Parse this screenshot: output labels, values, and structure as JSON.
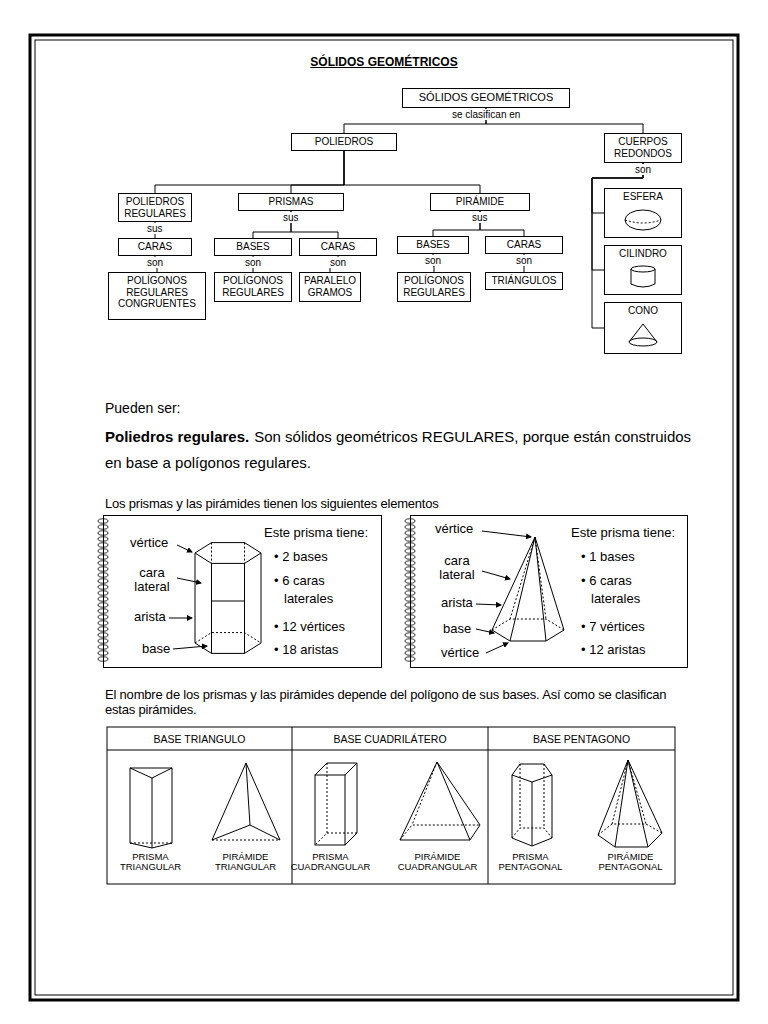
{
  "diagram": {
    "title": "SÓLIDOS GEOMÉTRICOS",
    "nodes": [
      {
        "text": [
          "SÓLIDOS GEOMÉTRICOS"
        ]
      },
      {
        "text": [
          "POLIEDROS"
        ]
      },
      {
        "text": [
          "CUERPOS REDONDOS"
        ]
      },
      {
        "text": [
          "POLIEDROS REGULARES"
        ]
      },
      {
        "text": [
          "PRISMAS"
        ]
      },
      {
        "text": [
          "PIRÁMIDE"
        ]
      },
      {
        "text": [
          "CARAS"
        ]
      },
      {
        "text": [
          "BASES"
        ]
      },
      {
        "text": [
          "CARAS"
        ]
      },
      {
        "text": [
          "BASES"
        ]
      },
      {
        "text": [
          "CARAS"
        ]
      },
      {
        "text": [
          "POLÍGONOS REGULARES CONGRUENTES"
        ]
      },
      {
        "text": [
          "POLÍGONOS REGULARES"
        ]
      },
      {
        "text": [
          "PARALELO GRAMOS"
        ]
      },
      {
        "text": [
          "POLÍGONOS REGULARES"
        ]
      },
      {
        "text": [
          "TRIÁNGULOS"
        ]
      },
      {
        "text": [
          "ESFERA"
        ]
      },
      {
        "text": [
          "CILINDRO"
        ]
      },
      {
        "text": [
          "CONO"
        ]
      },
      {
        "text": [
          "Este prisma tiene:",
          "• 2 bases",
          "• 6 caras laterales",
          "• 12 vértices",
          "• 18 aristas",
          "vértice",
          "cara lateral",
          "arista",
          "base"
        ]
      },
      {
        "text": [
          "Este prisma tiene:",
          "• 1 bases",
          "• 6 caras laterales",
          "• 7 vértices",
          "• 12 aristas",
          "vértice",
          "cara lateral",
          "arista",
          "base",
          "vértice"
        ]
      }
    ],
    "edges": [
      {
        "from": 0,
        "to": 1,
        "arrow": "none"
      },
      {
        "from": 0,
        "to": 2,
        "arrow": "none"
      },
      {
        "from": 1,
        "to": 3,
        "arrow": "none"
      },
      {
        "from": 1,
        "to": 4,
        "arrow": "none"
      },
      {
        "from": 1,
        "to": 5,
        "arrow": "none"
      },
      {
        "from": 3,
        "to": 6,
        "arrow": "none"
      },
      {
        "from": 4,
        "to": 7,
        "arrow": "none"
      },
      {
        "from": 4,
        "to": 8,
        "arrow": "none"
      },
      {
        "from": 5,
        "to": 9,
        "arrow": "none"
      },
      {
        "from": 5,
        "to": 10,
        "arrow": "none"
      },
      {
        "from": 6,
        "to": 11,
        "arrow": "none"
      },
      {
        "from": 7,
        "to": 12,
        "arrow": "none"
      },
      {
        "from": 8,
        "to": 13,
        "arrow": "none"
      },
      {
        "from": 9,
        "to": 14,
        "arrow": "none"
      },
      {
        "from": 10,
        "to": 15,
        "arrow": "none"
      },
      {
        "from": 2,
        "to": 16,
        "arrow": "none"
      },
      {
        "from": 2,
        "to": 17,
        "arrow": "none"
      },
      {
        "from": 2,
        "to": 18,
        "arrow": "none"
      }
    ],
    "labels": [
      "se clasifican en",
      "son",
      "sus",
      "sus",
      "sus",
      "son",
      "son",
      "son",
      "son",
      "son",
      "Pueden ser:",
      "Poliedros regulares.",
      "Son sólidos geométricos REGULARES, porque están construidos en base a polígonos regulares.",
      "Los prismas y las pirámides tienen los siguientes elementos",
      "El nombre de los prismas y las pirámides depende del polígono de sus bases. Así como se clasifican estas pirámides.",
      "BASE TRIANGULO",
      "PRISMA TRIANGULAR",
      "PIRÁMIDE TRIANGULAR",
      "BASE CUADRILÁTERO",
      "PRISMA CUADRANGULAR",
      "PIRÁMIDE CUADRANGULAR",
      "BASE PENTAGONO",
      "PRISMA PENTAGONAL",
      "PIRÁMIDE PENTAGONAL"
    ]
  }
}
